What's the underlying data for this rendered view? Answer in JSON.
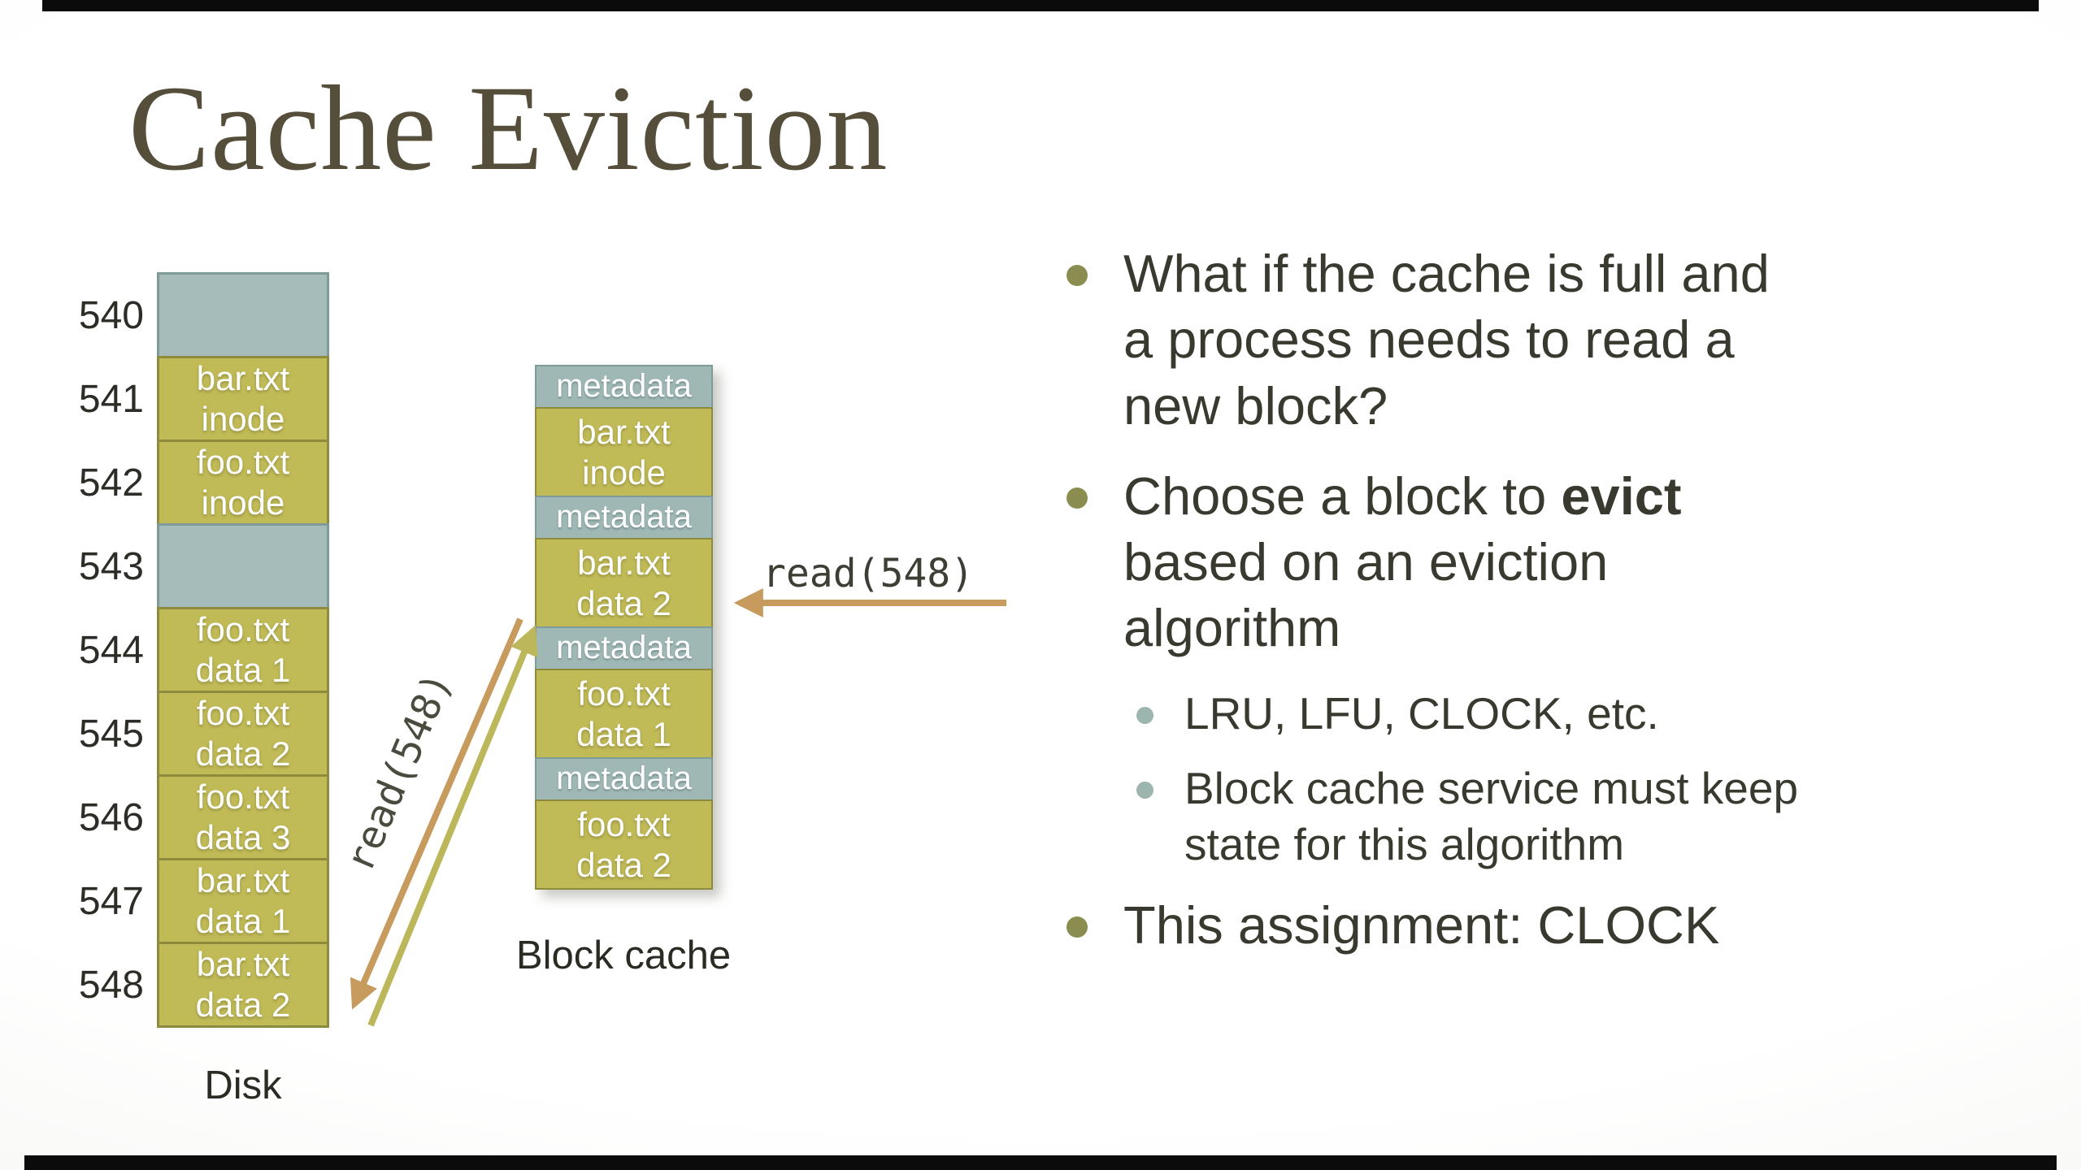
{
  "slide": {
    "title": "Cache Eviction"
  },
  "disk": {
    "label": "Disk",
    "blocks": [
      {
        "num": "540",
        "line1": "",
        "line2": ""
      },
      {
        "num": "541",
        "line1": "bar.txt",
        "line2": "inode"
      },
      {
        "num": "542",
        "line1": "foo.txt",
        "line2": "inode"
      },
      {
        "num": "543",
        "line1": "",
        "line2": ""
      },
      {
        "num": "544",
        "line1": "foo.txt",
        "line2": "data 1"
      },
      {
        "num": "545",
        "line1": "foo.txt",
        "line2": "data 2"
      },
      {
        "num": "546",
        "line1": "foo.txt",
        "line2": "data 3"
      },
      {
        "num": "547",
        "line1": "bar.txt",
        "line2": "data 1"
      },
      {
        "num": "548",
        "line1": "bar.txt",
        "line2": "data 2"
      }
    ]
  },
  "cache": {
    "label": "Block cache",
    "entries": [
      {
        "meta": "metadata",
        "line1": "bar.txt",
        "line2": "inode"
      },
      {
        "meta": "metadata",
        "line1": "bar.txt",
        "line2": "data 2"
      },
      {
        "meta": "metadata",
        "line1": "foo.txt",
        "line2": "data 1"
      },
      {
        "meta": "metadata",
        "line1": "foo.txt",
        "line2": "data 2"
      }
    ]
  },
  "arrows": {
    "read_call_label": "read(548)",
    "read_transfer_label": "read(548)"
  },
  "bullets": {
    "b1_l1": "What if the cache is full and",
    "b1_l2": "a process needs to read a",
    "b1_l3": "new block?",
    "b2_l1_pre": "Choose a block to ",
    "b2_l1_bold": "evict",
    "b2_l2": "based on an eviction",
    "b2_l3": "algorithm",
    "b3_l1": "LRU, LFU, CLOCK, etc.",
    "b4_l1": "Block cache service must keep",
    "b4_l2": "state for this algorithm",
    "b5_l1": "This assignment: CLOCK"
  },
  "colors": {
    "file_block": "#c0ba57",
    "file_block_border": "#8f8b3e",
    "empty_block": "#a5bcba",
    "metadata_block": "#9fb8b6",
    "arrow_tan": "#c79b5e",
    "arrow_olive": "#bcb75a",
    "title_text": "#554e3b",
    "body_text": "#3a392f",
    "main_bullet_dot": "#8a8d4f",
    "sub_bullet_dot": "#9cb5ae"
  }
}
